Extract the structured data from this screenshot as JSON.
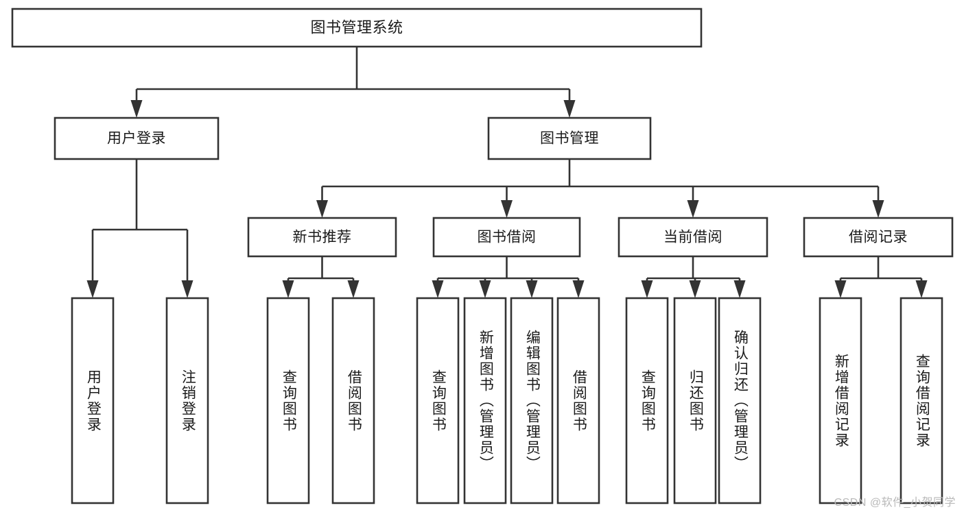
{
  "diagram": {
    "type": "tree",
    "title": "图书管理系统",
    "orientation": "top-down",
    "colors": {
      "box_stroke": "#333333",
      "box_fill": "#ffffff",
      "text": "#1a1a1a",
      "background": "#ffffff",
      "watermark": "#b9b9b9"
    },
    "levels": [
      {
        "level": 1,
        "nodes": [
          {
            "id": "root",
            "label": "图书管理系统",
            "parent": null
          }
        ]
      },
      {
        "level": 2,
        "nodes": [
          {
            "id": "user-login",
            "label": "用户登录",
            "parent": "root"
          },
          {
            "id": "book-manage",
            "label": "图书管理",
            "parent": "root"
          }
        ]
      },
      {
        "level": 3,
        "nodes": [
          {
            "id": "new-book-recommend",
            "label": "新书推荐",
            "parent": "book-manage"
          },
          {
            "id": "book-borrow",
            "label": "图书借阅",
            "parent": "book-manage"
          },
          {
            "id": "current-borrow",
            "label": "当前借阅",
            "parent": "book-manage"
          },
          {
            "id": "borrow-record",
            "label": "借阅记录",
            "parent": "book-manage"
          }
        ]
      },
      {
        "level": 4,
        "nodes": [
          {
            "id": "leaf-user-login",
            "label": "用户登录",
            "parent": "user-login"
          },
          {
            "id": "leaf-logout",
            "label": "注销登录",
            "parent": "user-login"
          },
          {
            "id": "leaf-query-book-1",
            "label": "查询图书",
            "parent": "new-book-recommend"
          },
          {
            "id": "leaf-borrow-book-1",
            "label": "借阅图书",
            "parent": "new-book-recommend"
          },
          {
            "id": "leaf-query-book-2",
            "label": "查询图书",
            "parent": "book-borrow"
          },
          {
            "id": "leaf-add-book",
            "label": "新增图书（管理员）",
            "parent": "book-borrow"
          },
          {
            "id": "leaf-edit-book",
            "label": "编辑图书（管理员）",
            "parent": "book-borrow"
          },
          {
            "id": "leaf-borrow-book-2",
            "label": "借阅图书",
            "parent": "book-borrow"
          },
          {
            "id": "leaf-query-book-3",
            "label": "查询图书",
            "parent": "current-borrow"
          },
          {
            "id": "leaf-return-book",
            "label": "归还图书",
            "parent": "current-borrow"
          },
          {
            "id": "leaf-confirm-return",
            "label": "确认归还（管理员）",
            "parent": "current-borrow"
          },
          {
            "id": "leaf-add-record",
            "label": "新增借阅记录",
            "parent": "borrow-record"
          },
          {
            "id": "leaf-query-record",
            "label": "查询借阅记录",
            "parent": "borrow-record"
          }
        ]
      }
    ]
  },
  "watermark": {
    "text": "CSDN @软件_小贺同学"
  }
}
